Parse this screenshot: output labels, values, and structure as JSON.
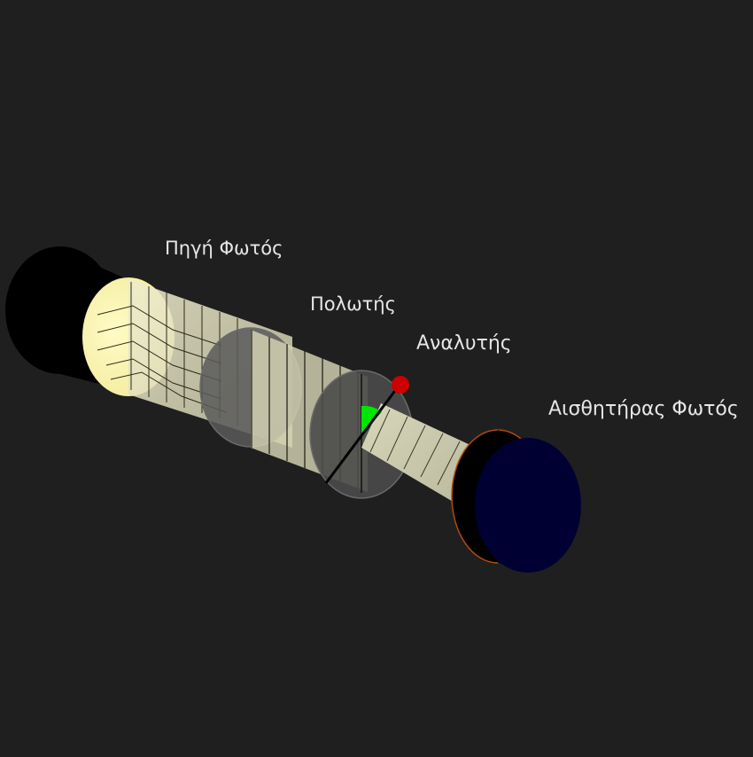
{
  "labels": {
    "light_source": "Πηγή Φωτός",
    "polarizer": "Πολωτής",
    "analyzer": "Αναλυτής",
    "light_sensor": "Αισθητήρας Φωτός"
  },
  "colors": {
    "background": "#1f1f1f",
    "source_face": "#fff9b0",
    "beam": "#dcdab4",
    "filter_disc": "#5a5a5a",
    "angle_marker": "#00e600",
    "handle_knob": "#cc0000",
    "sensor_face": "#000033",
    "sensor_rim": "#b04a10"
  }
}
